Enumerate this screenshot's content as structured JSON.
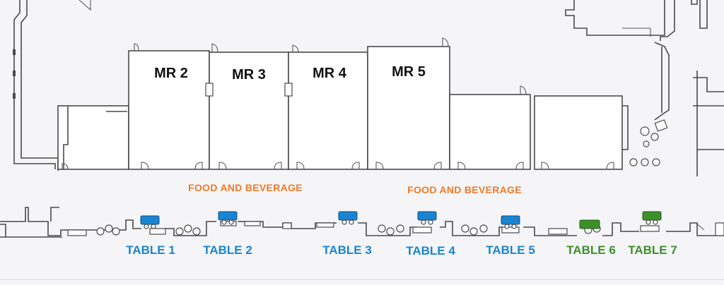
{
  "rooms": [
    {
      "id": "mr2",
      "label": "MR 2"
    },
    {
      "id": "mr3",
      "label": "MR 3"
    },
    {
      "id": "mr4",
      "label": "MR 4"
    },
    {
      "id": "mr5",
      "label": "MR 5"
    }
  ],
  "food_areas": [
    {
      "label": "FOOD AND BEVERAGE"
    },
    {
      "label": "FOOD AND BEVERAGE"
    }
  ],
  "exhibit_tables": [
    {
      "label": "TABLE 1",
      "status": "blue"
    },
    {
      "label": "TABLE 2",
      "status": "blue"
    },
    {
      "label": "TABLE 3",
      "status": "blue"
    },
    {
      "label": "TABLE 4",
      "status": "blue"
    },
    {
      "label": "TABLE 5",
      "status": "blue"
    },
    {
      "label": "TABLE 6",
      "status": "green"
    },
    {
      "label": "TABLE 7",
      "status": "green"
    }
  ],
  "colors": {
    "blue": "#1a84d1",
    "green": "#3d8f2a",
    "food_and_beverage": "#ef7a28",
    "wall": "#4a4a4a",
    "room": "#ffffff",
    "background": "#f5f5f7"
  }
}
